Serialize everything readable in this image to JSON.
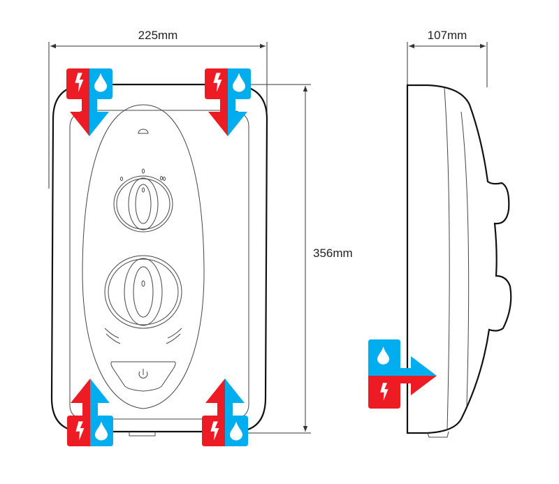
{
  "dimensions": {
    "width": "225mm",
    "height": "356mm",
    "depth": "107mm"
  },
  "colors": {
    "electric": "#ED1C24",
    "water": "#00AEEF",
    "outline": "#111111"
  },
  "icons": [
    "lightning-icon",
    "water-drop-icon",
    "arrow-down-icon",
    "arrow-up-icon",
    "arrow-right-icon",
    "power-icon"
  ]
}
